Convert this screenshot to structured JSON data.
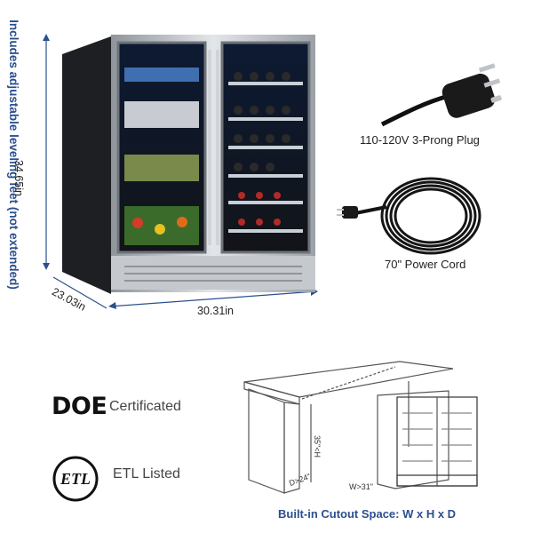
{
  "side_note": "Includes adjustable leveling feet (not extended)",
  "dimensions": {
    "height": "34.65in",
    "depth": "23.03in",
    "width": "30.31in"
  },
  "accessories": {
    "plug_label": "110-120V 3-Prong Plug",
    "cord_label": "70\" Power Cord"
  },
  "certifications": {
    "doe_mark": "DOE",
    "doe_text": "Certificated",
    "etl_text": "ETL Listed"
  },
  "cutout": {
    "caption": "Built-in Cutout Space: W x H x D",
    "h_label": "35\"<H",
    "d_label": "D>24\"",
    "w_label": "W>31\""
  },
  "colors": {
    "accent": "#2b4f8e",
    "steel": "#b9bdc2",
    "cabinet": "#1d1f22"
  },
  "icons": {
    "etl": "etl-listed-mark"
  }
}
